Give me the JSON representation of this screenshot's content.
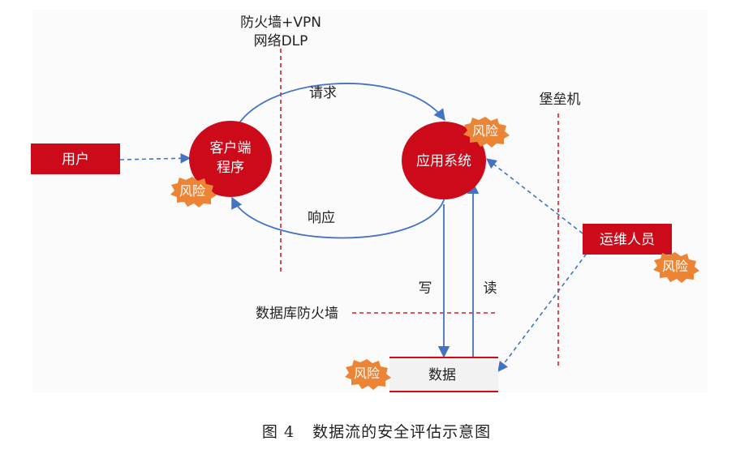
{
  "diagram": {
    "firewall_vpn_line1": "防火墙+VPN",
    "firewall_vpn_line2": "网络DLP",
    "bastion_host": "堡垒机",
    "db_firewall": "数据库防火墙",
    "user": "用户",
    "client_line1": "客户端",
    "client_line2": "程序",
    "app_system": "应用系统",
    "ops_staff": "运维人员",
    "data": "数据",
    "request": "请求",
    "response": "响应",
    "write": "写",
    "read": "读",
    "risk": "风险"
  },
  "colors": {
    "node_red": "#cc0a1a",
    "risk_orange": "#ec8436",
    "arrow_blue": "#4472c4",
    "divider_red": "#d42020",
    "data_box_bg": "#f2f2f2"
  },
  "caption": {
    "figure_number": "图 4",
    "title": "数据流的安全评估示意图"
  }
}
